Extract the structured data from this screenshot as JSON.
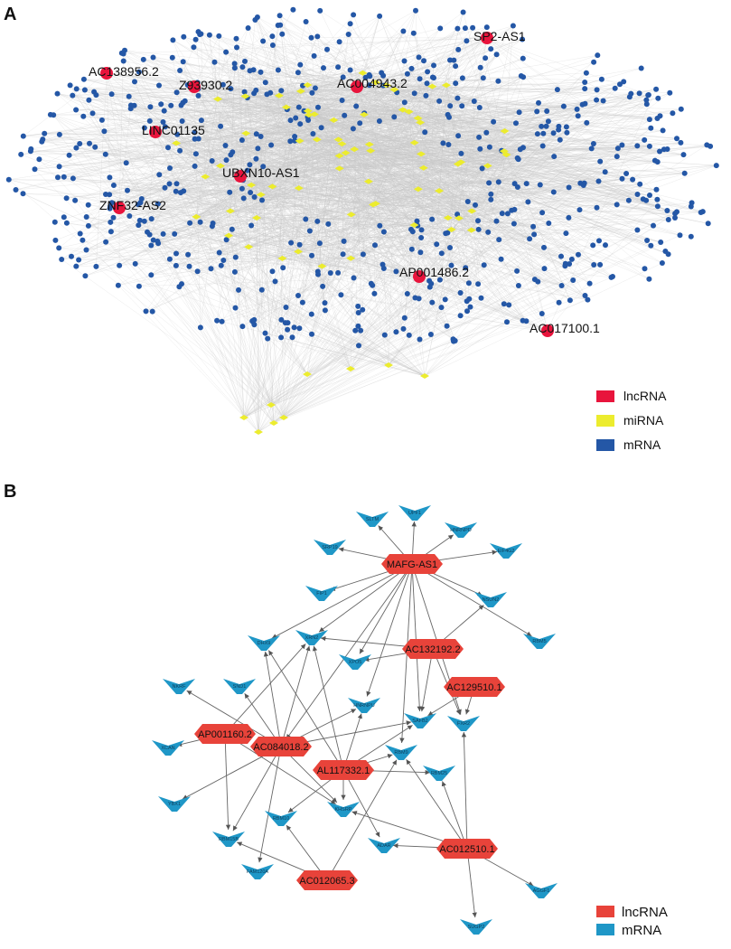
{
  "panel_a": {
    "letter": "A",
    "legend": [
      {
        "label": "lncRNA",
        "color": "#e8143c"
      },
      {
        "label": "miRNA",
        "color": "#ecec2e"
      },
      {
        "label": "mRNA",
        "color": "#2457a6"
      }
    ],
    "lncrnas": [
      "SP2-AS1",
      "AC138956.2",
      "Z93930.2",
      "AC004943.2",
      "LINC01135",
      "UBXN10-AS1",
      "ZNF32-AS2",
      "AP001486.2",
      "AC017100.1"
    ]
  },
  "panel_b": {
    "letter": "B",
    "legend": [
      {
        "label": "lncRNA",
        "color": "#e8433a"
      },
      {
        "label": "mRNA",
        "color": "#1f97c7"
      }
    ],
    "lncrnas": [
      "MAFG-AS1",
      "AC132192.2",
      "AC129510.1",
      "AP001160.2",
      "AC084018.2",
      "AL117332.1",
      "AC012510.1",
      "AC012065.3"
    ],
    "mrnas": [
      "SLTM",
      "UPF1",
      "HNRNPD",
      "SRP19",
      "EIF4G2",
      "FIP1",
      "NSUN2",
      "DHX9",
      "XRN2",
      "RBM5",
      "NKRF",
      "SND1",
      "XPO5",
      "HNRNPU",
      "SAFB2",
      "FXR2",
      "XCAN",
      "RBM9",
      "RBM25",
      "YBX1",
      "KHSRP",
      "RBM10",
      "RBM15B",
      "ADAR",
      "FAM120A",
      "AGGF1",
      "SUGP2"
    ]
  }
}
